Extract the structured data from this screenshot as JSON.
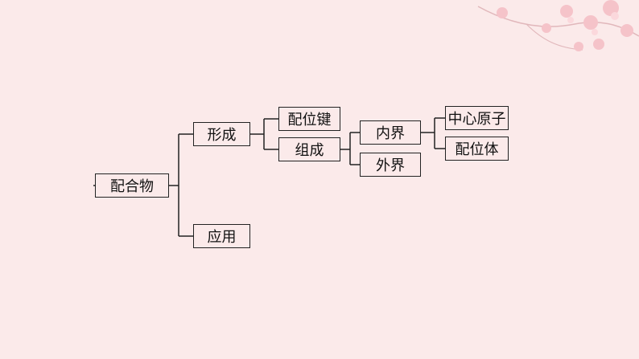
{
  "nodes": {
    "root": "配合物",
    "formation": "形成",
    "application": "应用",
    "coordinate_bond": "配位键",
    "composition": "组成",
    "inner_sphere": "内界",
    "outer_sphere": "外界",
    "central_atom": "中心原子",
    "ligand": "配位体"
  },
  "colors": {
    "background": "#fbeaea",
    "line": "#222222",
    "blossom": "#f4b6bf"
  }
}
